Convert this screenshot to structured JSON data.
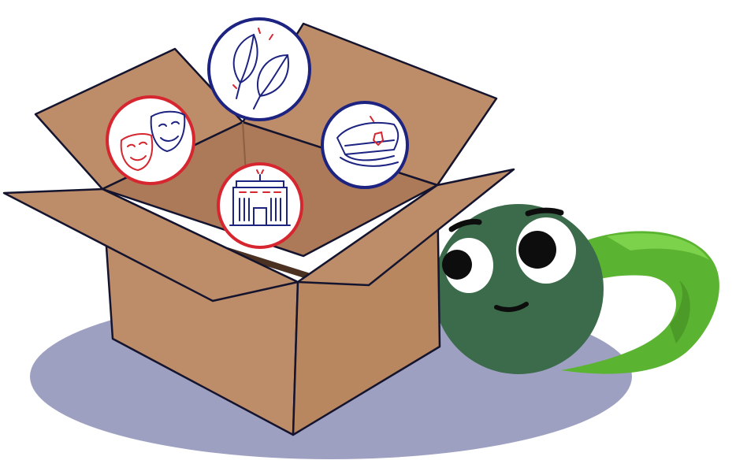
{
  "colors": {
    "background": "#ffffff",
    "shadow": "#9ea0c2",
    "box_front": "#bd8c68",
    "box_inside": "#ac7a58",
    "box_dark": "#6b4a36",
    "outline": "#14142e",
    "mascot_body": "#3b6b4a",
    "mascot_tail": "#5bb431",
    "mascot_tail_light": "#7cd24a",
    "icon_blue": "#1d2380",
    "icon_red": "#d6262f",
    "icon_fill": "#ffffff"
  },
  "icons": [
    {
      "name": "leaves-icon",
      "ring": "blue"
    },
    {
      "name": "theater-masks-icon",
      "ring": "red"
    },
    {
      "name": "police-cap-icon",
      "ring": "blue"
    },
    {
      "name": "building-icon",
      "ring": "red"
    }
  ]
}
